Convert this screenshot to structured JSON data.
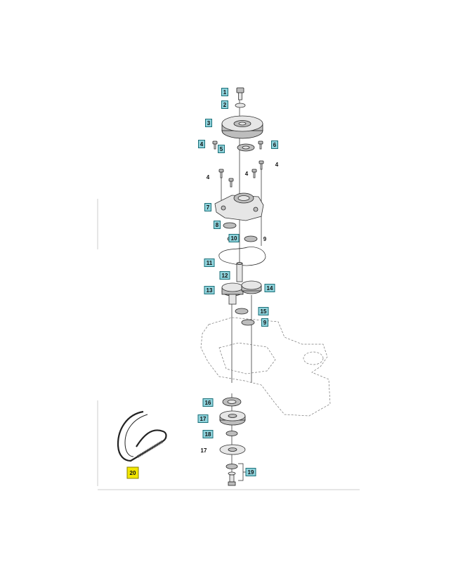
{
  "diagram": {
    "callouts": [
      {
        "id": "c1",
        "text": "1",
        "style": "box"
      },
      {
        "id": "c2",
        "text": "2",
        "style": "box"
      },
      {
        "id": "c3",
        "text": "3",
        "style": "box"
      },
      {
        "id": "c4a",
        "text": "4",
        "style": "box"
      },
      {
        "id": "c5",
        "text": "5",
        "style": "box"
      },
      {
        "id": "c6",
        "text": "6",
        "style": "box"
      },
      {
        "id": "c4b",
        "text": "4",
        "style": "plain"
      },
      {
        "id": "c4c",
        "text": "4",
        "style": "plain"
      },
      {
        "id": "c4d",
        "text": "4",
        "style": "plain"
      },
      {
        "id": "c7",
        "text": "7",
        "style": "box"
      },
      {
        "id": "c8",
        "text": "8",
        "style": "box"
      },
      {
        "id": "c9a",
        "text": "9",
        "style": "plain"
      },
      {
        "id": "c10",
        "text": "10",
        "style": "box"
      },
      {
        "id": "c11",
        "text": "11",
        "style": "box"
      },
      {
        "id": "c12",
        "text": "12",
        "style": "box"
      },
      {
        "id": "c13",
        "text": "13",
        "style": "box"
      },
      {
        "id": "c14",
        "text": "14",
        "style": "box"
      },
      {
        "id": "c15",
        "text": "15",
        "style": "box"
      },
      {
        "id": "c9b",
        "text": "9",
        "style": "box"
      },
      {
        "id": "c16",
        "text": "16",
        "style": "box"
      },
      {
        "id": "c17a",
        "text": "17",
        "style": "box"
      },
      {
        "id": "c18",
        "text": "18",
        "style": "box"
      },
      {
        "id": "c17b",
        "text": "17",
        "style": "plain"
      },
      {
        "id": "c19",
        "text": "19",
        "style": "box"
      },
      {
        "id": "c20",
        "text": "20",
        "style": "yellow"
      }
    ],
    "colors": {
      "callout_fill": "#8fd3dc",
      "callout_border": "#1a6f78",
      "highlight_fill": "#f2e600"
    }
  }
}
